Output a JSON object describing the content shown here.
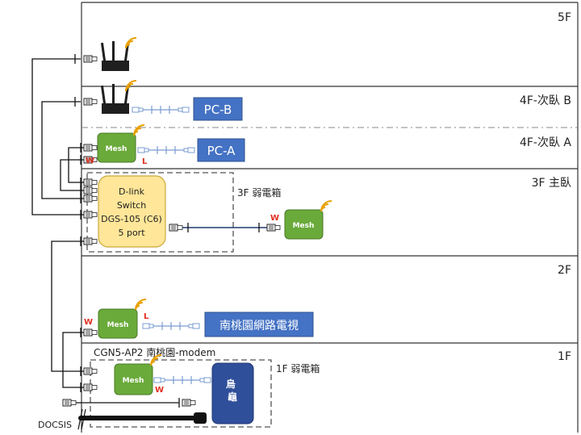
{
  "floors": {
    "f5": "5F",
    "f4b": "4F-次臥 B",
    "f4a": "4F-次臥 A",
    "f3": "3F 主臥",
    "f2": "2F",
    "f1": "1F"
  },
  "boxes": {
    "box3f": "3F 弱電箱",
    "box1f": "1F 弱電箱"
  },
  "switch": {
    "line1": "D-link",
    "line2": "Switch",
    "line3": "DGS-105 (C6)",
    "line4": "5 port"
  },
  "mesh_label": "Mesh",
  "devices": {
    "pc_b": "PC-B",
    "pc_a": "PC-A",
    "tv": "南桃園網路電視",
    "modem_label": "CGN5-AP2 南桃園-modem",
    "router": "烏龜",
    "docsis": "DOCSIS"
  },
  "markers": {
    "w": "W",
    "l": "L"
  },
  "colors": {
    "mesh": "#6aaa3a",
    "pc": "#4472c4",
    "switch_fill": "#ffe699",
    "router": "#2f4f9b",
    "marker": "#e03020",
    "wifi": "#e8a000"
  }
}
